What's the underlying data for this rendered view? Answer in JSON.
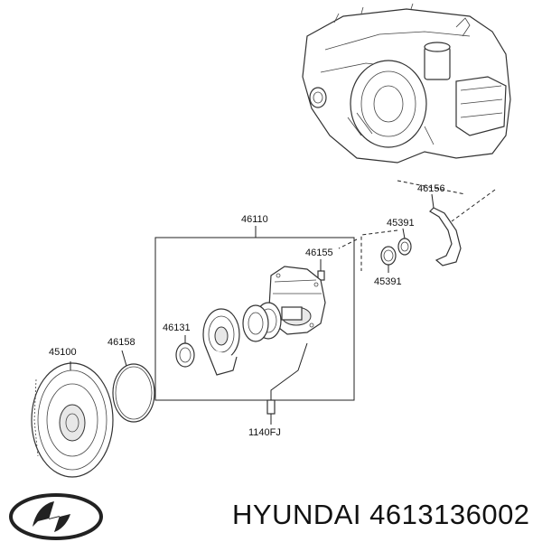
{
  "diagram": {
    "labels": {
      "p46156": "46156",
      "p46110": "46110",
      "p45391a": "45391",
      "p45391b": "45391",
      "p46155": "46155",
      "p46131": "46131",
      "p45100": "45100",
      "p46158": "46158",
      "p1140fj": "1140FJ"
    }
  },
  "footer": {
    "brand_name": "HYUNDAI",
    "part_number": "4613136002",
    "logo_icon": "hyundai-logo-icon"
  }
}
